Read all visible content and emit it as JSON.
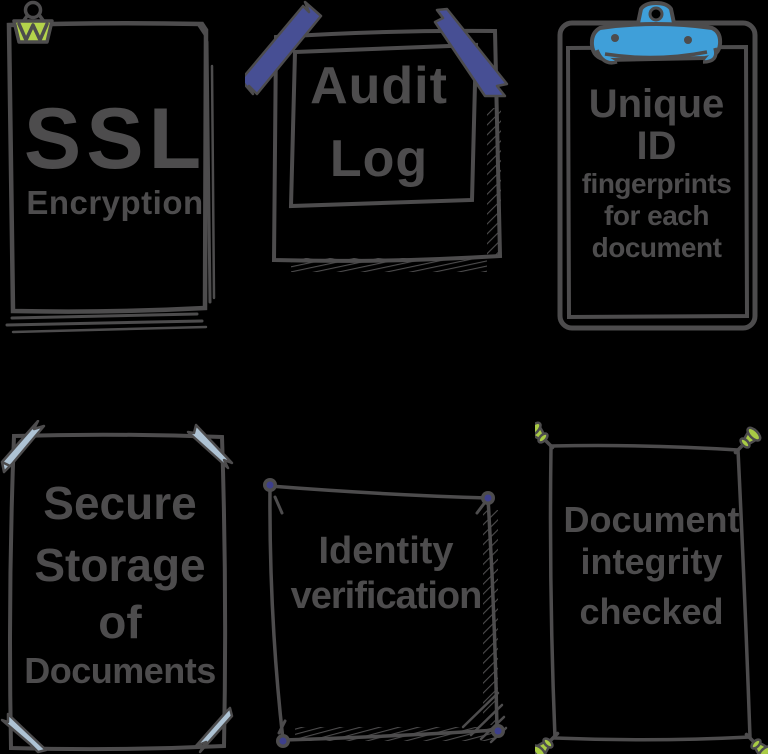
{
  "background_color": "#000000",
  "colors": {
    "ink": "#4d4c4d",
    "text": "#4d4c4d",
    "binder_clip_green": "#b4d34b",
    "clipboard_clip_blue": "#3f9fd9",
    "tape_indigo": "#474f94",
    "tape_light_blue": "#aec3d4",
    "pin_navy": "#3d3f8c",
    "pushpin_green": "#a9cb45"
  },
  "icons": {
    "binder_clip": "binder-clip-icon",
    "tape": "tape-icon",
    "clipboard_clip": "clipboard-clip-icon",
    "round_pin": "pin-icon",
    "push_pin": "pushpin-icon"
  },
  "cards": {
    "ssl": {
      "line1": "SSL",
      "line2": "Encryption"
    },
    "audit": {
      "line1": "Audit",
      "line2": "Log"
    },
    "unique_id": {
      "line1": "Unique",
      "line2": "ID",
      "line3": "fingerprints",
      "line4": "for each",
      "line5": "document"
    },
    "secure_storage": {
      "line1": "Secure",
      "line2": "Storage",
      "line3": "of",
      "line4": "Documents"
    },
    "identity": {
      "line1": "Identity",
      "line2": "verification"
    },
    "integrity": {
      "line1": "Document",
      "line2": "integrity",
      "line3": "checked"
    }
  }
}
